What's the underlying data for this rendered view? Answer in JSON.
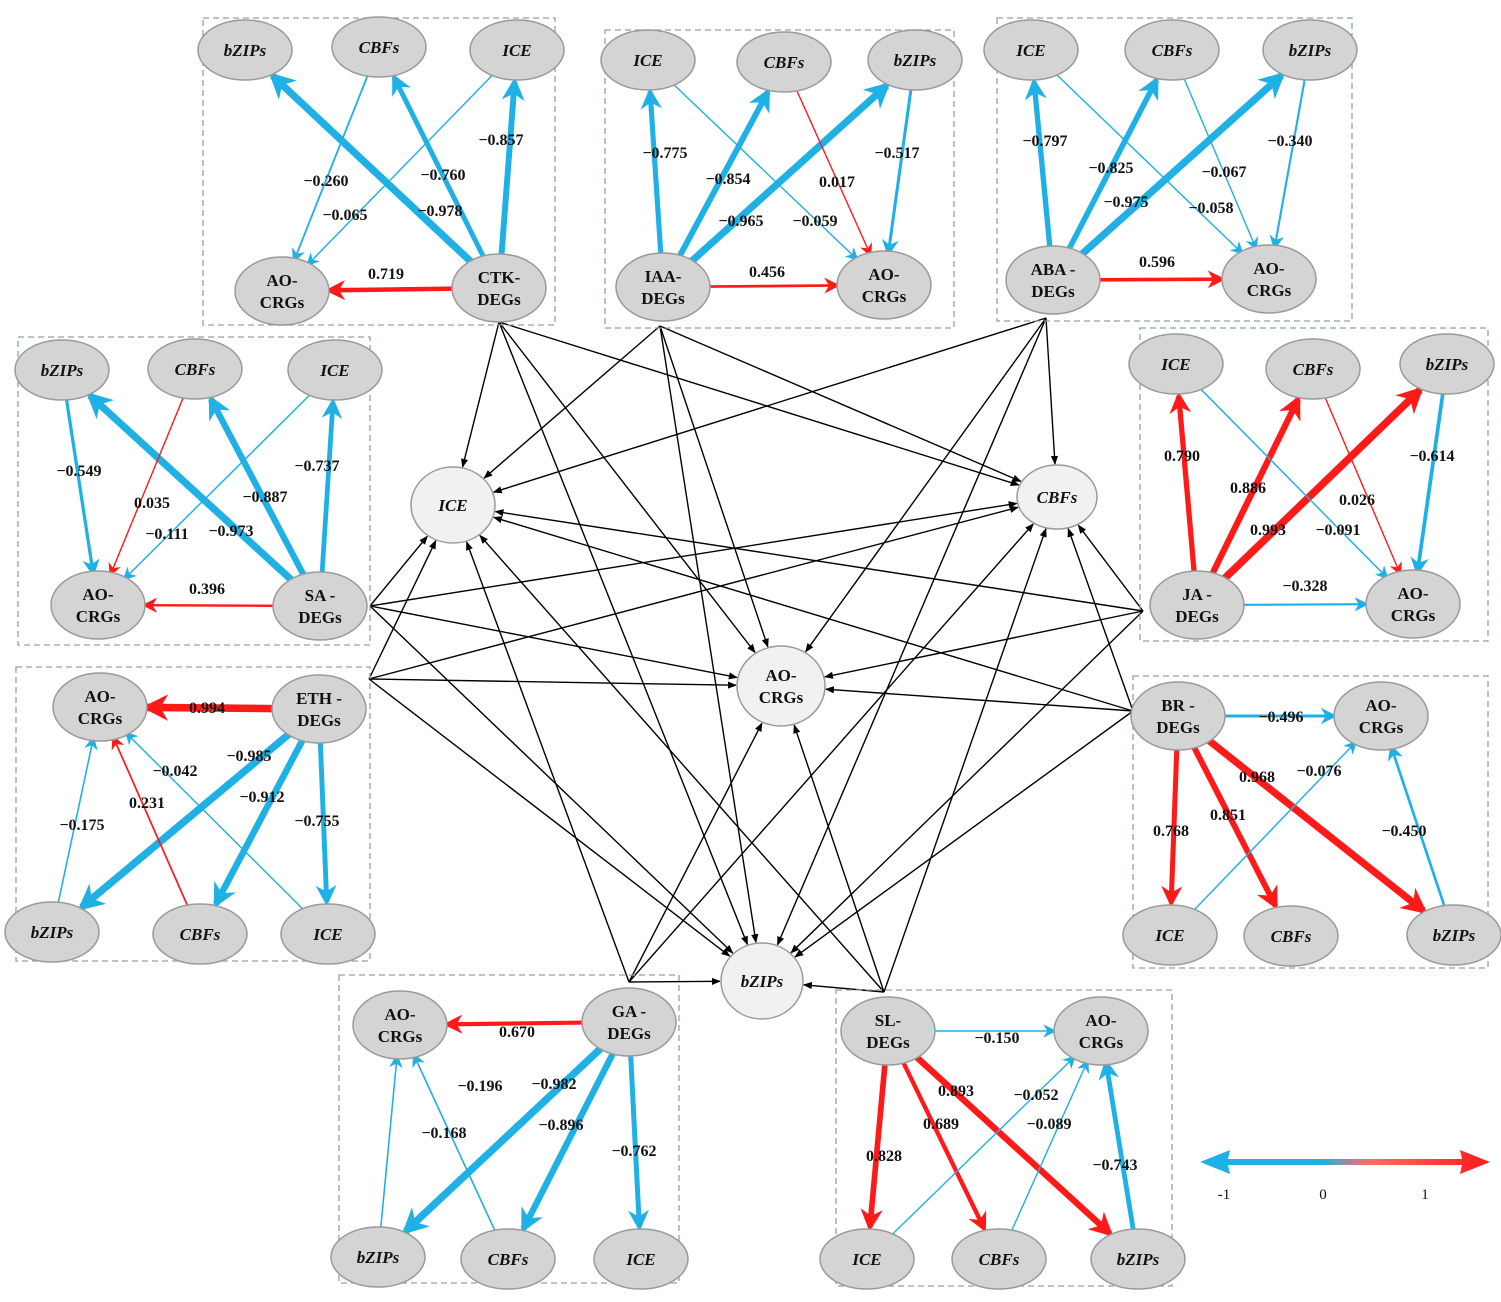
{
  "colors": {
    "negative": "#1fb0e6",
    "positive": "#ff1a1a",
    "link": "#000000"
  },
  "center_nodes": [
    {
      "id": "c_ice",
      "lines": [
        "ICE"
      ],
      "italic": true
    },
    {
      "id": "c_cbf",
      "lines": [
        "CBFs"
      ],
      "italic": true
    },
    {
      "id": "c_ao",
      "lines": [
        "AO-",
        "CRGs"
      ],
      "italic": false
    },
    {
      "id": "c_bzip",
      "lines": [
        "bZIPs"
      ],
      "italic": true
    }
  ],
  "panels": [
    {
      "id": "ctk",
      "hormone": [
        "CTK-",
        "DEGs"
      ],
      "edges": [
        {
          "target": "bZIPs",
          "weight": "−0.978"
        },
        {
          "target": "CBFs",
          "weight": "−0.760"
        },
        {
          "target": "ICE",
          "weight": "−0.857"
        },
        {
          "target": "AO-CRGs",
          "weight": "0.719"
        },
        {
          "source": "CBFs",
          "target": "AO-CRGs",
          "weight": "−0.260"
        },
        {
          "source": "ICE",
          "target": "AO-CRGs",
          "weight": "−0.065"
        }
      ]
    },
    {
      "id": "iaa",
      "hormone": [
        "IAA-",
        "DEGs"
      ],
      "edges": [
        {
          "target": "ICE",
          "weight": "−0.775"
        },
        {
          "target": "CBFs",
          "weight": "−0.854"
        },
        {
          "target": "bZIPs",
          "weight": "−0.965"
        },
        {
          "target": "AO-CRGs",
          "weight": "0.456"
        },
        {
          "source": "CBFs",
          "target": "AO-CRGs",
          "weight": "0.017"
        },
        {
          "source": "bZIPs",
          "target": "AO-CRGs",
          "weight": "−0.517"
        },
        {
          "source": "ICE",
          "target": "AO-CRGs",
          "weight": "−0.059"
        }
      ]
    },
    {
      "id": "aba",
      "hormone": [
        "ABA -",
        "DEGs"
      ],
      "edges": [
        {
          "target": "ICE",
          "weight": "−0.797"
        },
        {
          "target": "CBFs",
          "weight": "−0.825"
        },
        {
          "target": "bZIPs",
          "weight": "−0.975"
        },
        {
          "target": "AO-CRGs",
          "weight": "0.596"
        },
        {
          "source": "CBFs",
          "target": "AO-CRGs",
          "weight": "−0.067"
        },
        {
          "source": "ICE",
          "target": "AO-CRGs",
          "weight": "−0.058"
        },
        {
          "source": "bZIPs",
          "target": "AO-CRGs",
          "weight": "−0.340"
        }
      ]
    },
    {
      "id": "sa",
      "hormone": [
        "SA -",
        "DEGs"
      ],
      "edges": [
        {
          "target": "bZIPs",
          "weight": "−0.973"
        },
        {
          "target": "CBFs",
          "weight": "−0.887"
        },
        {
          "target": "ICE",
          "weight": "−0.737"
        },
        {
          "target": "AO-CRGs",
          "weight": "0.396"
        },
        {
          "source": "bZIPs",
          "target": "AO-CRGs",
          "weight": "−0.549"
        },
        {
          "source": "CBFs",
          "target": "AO-CRGs",
          "weight": "0.035"
        },
        {
          "source": "ICE",
          "target": "AO-CRGs",
          "weight": "−0.111"
        }
      ]
    },
    {
      "id": "ja",
      "hormone": [
        "JA -",
        "DEGs"
      ],
      "edges": [
        {
          "target": "ICE",
          "weight": "0.790"
        },
        {
          "target": "CBFs",
          "weight": "0.886"
        },
        {
          "target": "bZIPs",
          "weight": "0.993"
        },
        {
          "target": "AO-CRGs",
          "weight": "−0.328"
        },
        {
          "source": "CBFs",
          "target": "AO-CRGs",
          "weight": "0.026"
        },
        {
          "source": "ICE",
          "target": "AO-CRGs",
          "weight": "−0.091"
        },
        {
          "source": "bZIPs",
          "target": "AO-CRGs",
          "weight": "−0.614"
        }
      ]
    },
    {
      "id": "eth",
      "hormone": [
        "ETH -",
        "DEGs"
      ],
      "edges": [
        {
          "target": "AO-CRGs",
          "weight": "0.994"
        },
        {
          "target": "bZIPs",
          "weight": "−0.985"
        },
        {
          "target": "CBFs",
          "weight": "−0.912"
        },
        {
          "target": "ICE",
          "weight": "−0.755"
        },
        {
          "source": "bZIPs",
          "target": "AO-CRGs",
          "weight": "−0.175"
        },
        {
          "source": "CBFs",
          "target": "AO-CRGs",
          "weight": "0.231"
        },
        {
          "source": "ICE",
          "target": "AO-CRGs",
          "weight": "−0.042"
        }
      ]
    },
    {
      "id": "br",
      "hormone": [
        "BR -",
        "DEGs"
      ],
      "edges": [
        {
          "target": "AO-CRGs",
          "weight": "−0.496"
        },
        {
          "target": "ICE",
          "weight": "0.768"
        },
        {
          "target": "CBFs",
          "weight": "0.851"
        },
        {
          "target": "bZIPs",
          "weight": "0.968"
        },
        {
          "source": "ICE",
          "target": "AO-CRGs",
          "weight": "−0.076"
        },
        {
          "source": "bZIPs",
          "target": "AO-CRGs",
          "weight": "−0.450"
        }
      ]
    },
    {
      "id": "ga",
      "hormone": [
        "GA -",
        "DEGs"
      ],
      "edges": [
        {
          "target": "AO-CRGs",
          "weight": "0.670"
        },
        {
          "target": "bZIPs",
          "weight": "−0.982"
        },
        {
          "target": "CBFs",
          "weight": "−0.896"
        },
        {
          "target": "ICE",
          "weight": "−0.762"
        },
        {
          "source": "bZIPs",
          "target": "AO-CRGs",
          "weight": "−0.168"
        },
        {
          "source": "CBFs",
          "target": "AO-CRGs",
          "weight": "−0.196"
        }
      ]
    },
    {
      "id": "sl",
      "hormone": [
        "SL-",
        "DEGs"
      ],
      "edges": [
        {
          "target": "AO-CRGs",
          "weight": "−0.150"
        },
        {
          "target": "ICE",
          "weight": "0.828"
        },
        {
          "target": "CBFs",
          "weight": "0.689"
        },
        {
          "target": "bZIPs",
          "weight": "0.893"
        },
        {
          "source": "ICE",
          "target": "AO-CRGs",
          "weight": "−0.052"
        },
        {
          "source": "CBFs",
          "target": "AO-CRGs",
          "weight": "−0.089"
        },
        {
          "source": "bZIPs",
          "target": "AO-CRGs",
          "weight": "−0.743"
        }
      ]
    }
  ],
  "node_labels": {
    "ICE": "ICE",
    "CBFs": "CBFs",
    "bZIPs": "bZIPs",
    "AO": [
      "AO-",
      "CRGs"
    ]
  },
  "legend": {
    "ticks": [
      "-1",
      "0",
      "1"
    ]
  }
}
